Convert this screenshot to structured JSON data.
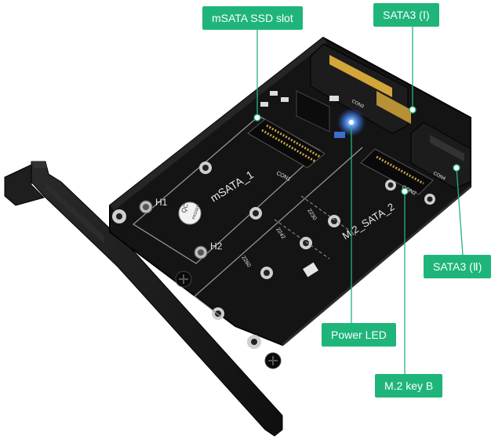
{
  "callouts": {
    "msata_slot": "mSATA SSD slot",
    "sata3_1": "SATA3 (Ⅰ)",
    "sata3_2": "SATA3 (Ⅱ)",
    "power_led": "Power LED",
    "m2_key_b": "M.2 key B"
  },
  "board_labels": {
    "msata_1": "mSATA_1",
    "m2_sata_2": "M.2_SATA_2",
    "h1": "H1",
    "h2": "H2",
    "con1": "CON1",
    "con2": "CON2",
    "con3": "CON3",
    "con4": "CON4",
    "qc": "QC",
    "passed": "PASSED",
    "len_2230": "2230",
    "len_2242": "2242",
    "len_2260": "2260"
  },
  "colors": {
    "pcb": "#141414",
    "bracket": "#1b1b1b",
    "callout": "#1fb57a",
    "led": "#2a6bff",
    "gold": "#d3a63a"
  }
}
